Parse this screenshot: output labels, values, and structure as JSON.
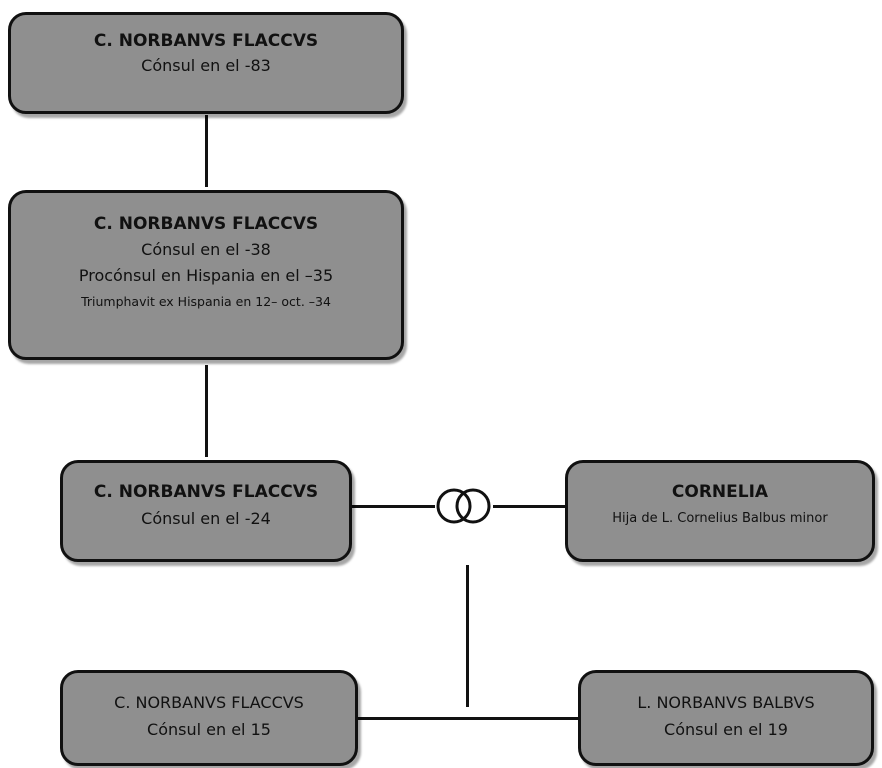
{
  "nodes": {
    "gen1": {
      "name": "C. NORBANVS FLACCVS",
      "lines": [
        "Cónsul en el  -83"
      ]
    },
    "gen2": {
      "name": "C. NORBANVS FLACCVS",
      "lines": [
        "Cónsul en el  -38",
        "Procónsul en Hispania en el –35",
        "Triumphavit ex Hispania en 12– oct. –34"
      ]
    },
    "gen3": {
      "name": "C. NORBANVS FLACCVS",
      "lines": [
        "Cónsul en el  -24"
      ]
    },
    "spouse": {
      "name": "CORNELIA",
      "lines": [
        "Hija de L. Cornelius Balbus minor"
      ]
    },
    "child1": {
      "name": "C. NORBANVS FLACCVS",
      "lines": [
        "Cónsul en el  15"
      ]
    },
    "child2": {
      "name": "L. NORBANVS BALBVS",
      "lines": [
        "Cónsul en el  19"
      ]
    }
  },
  "colors": {
    "box_fill": "#8f8f8f",
    "box_border": "#111111",
    "line": "#111111",
    "background": "#ffffff"
  },
  "icons": {
    "marriage": "interlocked-rings-icon"
  }
}
